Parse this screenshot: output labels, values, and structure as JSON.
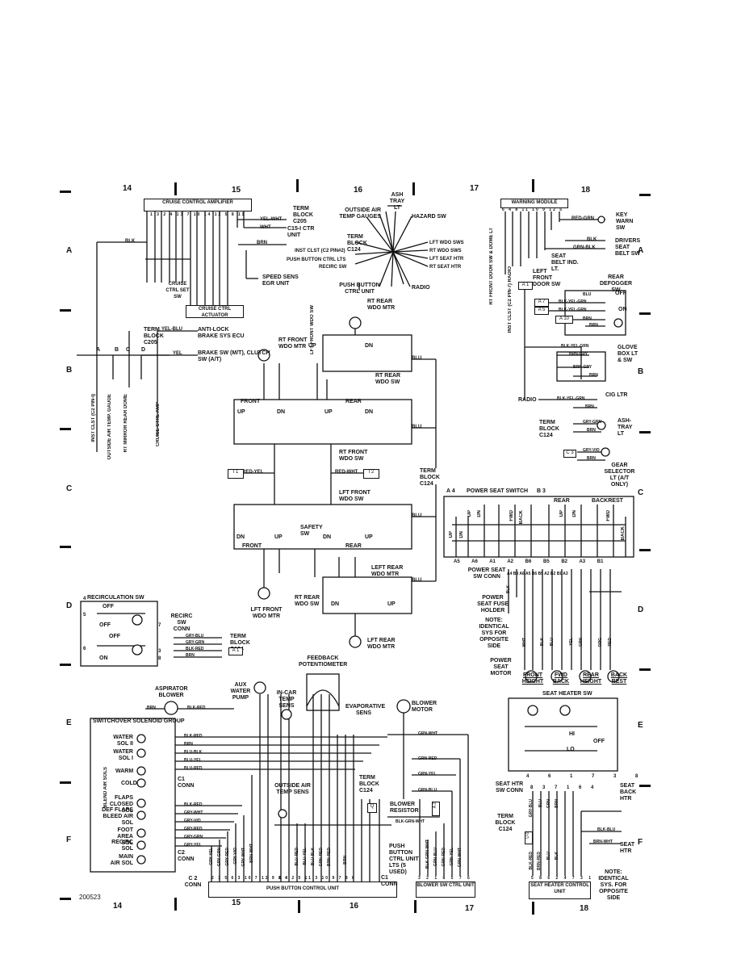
{
  "grid": {
    "top_cols": [
      "14",
      "15",
      "16",
      "17",
      "18"
    ],
    "bottom_cols": [
      "14",
      "15",
      "16",
      "17",
      "18"
    ],
    "rows_left": [
      "A",
      "B",
      "C",
      "D",
      "E",
      "F"
    ],
    "rows_right": [
      "A",
      "B",
      "C",
      "D",
      "E",
      "F"
    ]
  },
  "figure_id": "200523",
  "cruise": {
    "amp": "CRUISE CONTROL AMPLIFIER",
    "amp_pins": "1 3 2 4 13 7 10 14 12 5 8 11",
    "set_sw": "CRUISE CTRL SET SW",
    "actuator": "CRUISE CTRL ACTUATOR",
    "term_block": "TERM BLOCK C205",
    "c15": "C15-I CTR UNIT",
    "speed_sens": "SPEED SENS EGR UNIT",
    "yel_wht": "YEL-WHT",
    "wht": "WHT",
    "brn": "BRN",
    "blk": "BLK"
  },
  "left_block": {
    "term_block": "TERM BLOCK C205",
    "anti_lock": "ANTI-LOCK BRAKE SYS ECU",
    "yel_blu": "YEL-BLU",
    "yel": "YEL",
    "brake_sw": "BRAKE SW (M/T), CLUTCH SW (A/T)",
    "conn_letters": [
      "A",
      "B",
      "C",
      "D"
    ],
    "inst_clst": "INST CLST (C2 PIN-I)",
    "outside_temp": "OUTSIDE AIR TEMP. GAUGE",
    "rt_mirror": "RT MIRROR REAR DOME",
    "cruise_amp": "CRUISE CTRL AMP"
  },
  "center_top": {
    "ash_tray": "ASH TRAY LT",
    "outside_temp": "OUTSIDE AIR TEMP GAUGES",
    "hazard": "HAZARD SW",
    "term_block": "TERM BLOCK C124",
    "inst_clst": "INST CLST (C2 PIN#2)",
    "push_button": "PUSH BUTTON CTRL LTS",
    "recirc": "RECIRC SW",
    "lft_wdo": "LFT WDO SWS",
    "rt_wdo": "RT WDO SWS",
    "lft_seat": "LFT SEAT HTR",
    "rt_seat": "RT SEAT HTR",
    "radio": "RADIO",
    "push_unit": "PUSH BUTTON CTRL UNIT"
  },
  "windows": {
    "rt_rear_mtr": "RT REAR WDO MTR",
    "lft_front_sw": "LFT FRONT WDO SW",
    "rt_front_mtr": "RT FRONT WDO MTR",
    "rt_rear_sw": "RT REAR WDO SW",
    "front": "FRONT",
    "rear": "REAR",
    "up": "UP",
    "dn": "DN",
    "rt_front_sw": "RT FRONT WDO SW",
    "safety_sw": "SAFETY SW",
    "lft_front_sw2": "LFT FRONT WDO SW",
    "lft_rear_mtr": "LEFT REAR WDO MTR",
    "rt_rear_sw2": "RT REAR WDO SW",
    "lft_front_mtr": "LFT FRONT WDO MTR",
    "lft_rear_mtr2": "LFT REAR WDO MTR",
    "term_block": "TERM BLOCK C124",
    "red_yel": "RED-YEL",
    "red_wht": "RED-WHT",
    "blu": "BLU",
    "i1": "I 1",
    "i2": "I 2"
  },
  "warning": {
    "module": "WARNING MODULE",
    "pins": "6 4 8 11 10 9 12 5",
    "key_warn": "KEY WARN SW",
    "drivers_belt": "DRIVERS SEAT BELT SW",
    "seat_belt_ind": "SEAT BELT IND. LT.",
    "left_door": "LEFT FRONT DOOR SW",
    "rt_door": "RT FRONT DOOR SW & DOME LT",
    "inst_clst": "INST CLST (C2 PIN-7) RADIO",
    "red_grn": "RED-GRN",
    "blk": "BLK",
    "grn_blk": "GRN-BLK"
  },
  "rear_defog": {
    "title": "REAR DEFOGGER SW",
    "off": "OFF",
    "on": "ON",
    "conns": [
      "A 7",
      "A 5",
      "A 10"
    ],
    "wires": [
      "BLU",
      "BLK-YEL-GRN",
      "BLK-YEL-GRN",
      "BRN",
      "BRN"
    ],
    "a1": "A 1"
  },
  "glove": {
    "label": "GLOVE BOX LT & SW",
    "wires": [
      "BLK-YEL-GRN",
      "BRN-GRY",
      "BRN-GRY",
      "BRN"
    ],
    "radio": "RADIO",
    "cig": "CIG LTR",
    "cig_wire": "BLK-YEL-GRN",
    "brn": "BRN"
  },
  "ashtray": {
    "term_block": "TERM BLOCK C124",
    "label": "ASH-TRAY LT",
    "gry_grn": "GRY-GRN",
    "brn": "BRN"
  },
  "gear": {
    "label": "GEAR SELECTOR LT (A/T ONLY)",
    "c3": "C 3",
    "gry_vio": "GRY-VIO",
    "brn": "BRN"
  },
  "power_seat": {
    "switch": "POWER SEAT SWITCH",
    "a4": "A 4",
    "b3": "B 3",
    "rear": "REAR",
    "backrest": "BACKREST",
    "labels": [
      "UP",
      "DN",
      "FWD",
      "BACK",
      "UP",
      "DN",
      "UP",
      "DN",
      "FWD",
      "BACK"
    ],
    "pins_bottom": "A5 A6 A1 A2 B6 B5 B2 A3 B1",
    "conn": "POWER SEAT SW CONN",
    "conn_pins": "A4 B3 A6 A5 B6 B5 A2 B2 B1 A3",
    "fuse": "POWER SEAT FUSE HOLDER",
    "note": "NOTE: IDENTICAL SYS FOR OPPOSITE SIDE",
    "motor": "POWER SEAT MOTOR",
    "motors": [
      "FRONT HEIGHT",
      "FWD BACK",
      "REAR HEIGHT",
      "BACK REST"
    ],
    "wires": [
      "WHT",
      "BLK",
      "BLU",
      "YEL",
      "GRN",
      "ORG",
      "RED",
      "BLK"
    ]
  },
  "recirc": {
    "title": "RECIRCULATION SW",
    "off": "OFF",
    "on": "ON",
    "pins": [
      "4",
      "5",
      "6",
      "7",
      "8",
      "3"
    ],
    "conn": "RECIRC SW CONN",
    "wires": [
      "GRY-BLU",
      "GRY-GRN",
      "BLK-RED",
      "BRN"
    ],
    "term_block": "TERM BLOCK C124",
    "a1": "A 1"
  },
  "hvac": {
    "aspirator": "ASPIRATOR BLOWER",
    "brn": "BRN",
    "blk_red": "BLK-RED",
    "solenoid_group": "SWITCHOVER SOLENOID GROUP",
    "water_sol2": "WATER SOL II",
    "water_sol1": "WATER SOL I",
    "warm": "WARM",
    "cold": "COLD",
    "blend": "BLEND AIR SOLS",
    "flaps": "FLAPS CLOSED SOL",
    "def_flaps": "DEF FLAPS BLEED AIR SOL",
    "foot": "FOOT AREA SOL",
    "recirc": "RECIRC SOL",
    "main_air": "MAIN AIR SOL",
    "c1_conn": "C1 CONN",
    "c2_conn": "C2 CONN",
    "sol_wires": [
      "BLK-RED",
      "BRN",
      "BLU-BLK",
      "BLU-YEL",
      "BLU-RED",
      "BLK-RED",
      "GRY-WHT",
      "GRY-VIO",
      "GRY-RED",
      "GRY-GRN",
      "GRY-YEL"
    ],
    "aux_pump": "AUX WATER PUMP",
    "in_car": "IN-CAR TEMP SENS",
    "feedback": "FEEDBACK POTENTIOMETER",
    "evap": "EVAPORATIVE SENS",
    "blower_motor": "BLOWER MOTOR",
    "outside_temp": "OUTSIDE AIR TEMP SENS",
    "term_block": "TERM BLOCK C124",
    "blower_resistor": "BLOWER RESISTOR",
    "blk_grn_wht": "BLK-GRN-WHT",
    "grn_wht": "GRN-WHT",
    "grn_red": "GRN-RED",
    "grn_yel": "GRN-YEL",
    "grn_blu": "GRN-BLU",
    "push_lts": "PUSH BUTTON CTRL UNIT LTS (5 USED)",
    "push_unit": "PUSH BUTTON CONTROL UNIT",
    "c2": "C 2 CONN",
    "c1": "C1 CONN",
    "blower_ctrl": "BLOWER SW CTRL UNIT",
    "a2": "A 2",
    "q": "Q",
    "c2_pins": "2 1 5 6 3 10 7 12 9 8 4",
    "c1_pins": "1 4 2 5 11 3 10 9 7 8 6",
    "blower_pins": "3 2 1 8 5 7 6",
    "bottom_wires": [
      "GRY-YEL",
      "GRY-GRN",
      "GRY-RED",
      "GRY-VIO",
      "GRY-WHT",
      "BRN-WHT",
      "BLU-RED",
      "BLU-YEL",
      "BLU-BLK",
      "GRN-RED",
      "BRN-RED",
      "BRN",
      "BLK-GRN-WHT",
      "GRN-BLU",
      "GRN-RED",
      "GRN-YEL",
      "GRN-WHT"
    ]
  },
  "seat_heater": {
    "sw": "SEAT HEATER SW",
    "hi": "HI",
    "lo": "LO",
    "off": "OFF",
    "pins": "4 6 1 7 3 8",
    "conn": "SEAT HTR SW CONN",
    "conn_pins": "8 3 7 1 6 4",
    "term_block": "TERM BLOCK C124",
    "back_htr": "SEAT BACK HTR",
    "seat_htr": "SEAT HTR",
    "ctrl_unit": "SEAT HEATER CONTROL UNIT",
    "ctrl_pins": "5 8 6 2 4 7 3 1",
    "note": "NOTE: IDENTICAL SYS. FOR OPPOSITE SIDE",
    "u6": "U 6",
    "wires": [
      "GRY-BLU",
      "BLU",
      "GRN",
      "BRN",
      "BLK-RED",
      "BRN-RED",
      "BLU",
      "BLK",
      "BLK-BLU",
      "BRN-WHT"
    ]
  }
}
